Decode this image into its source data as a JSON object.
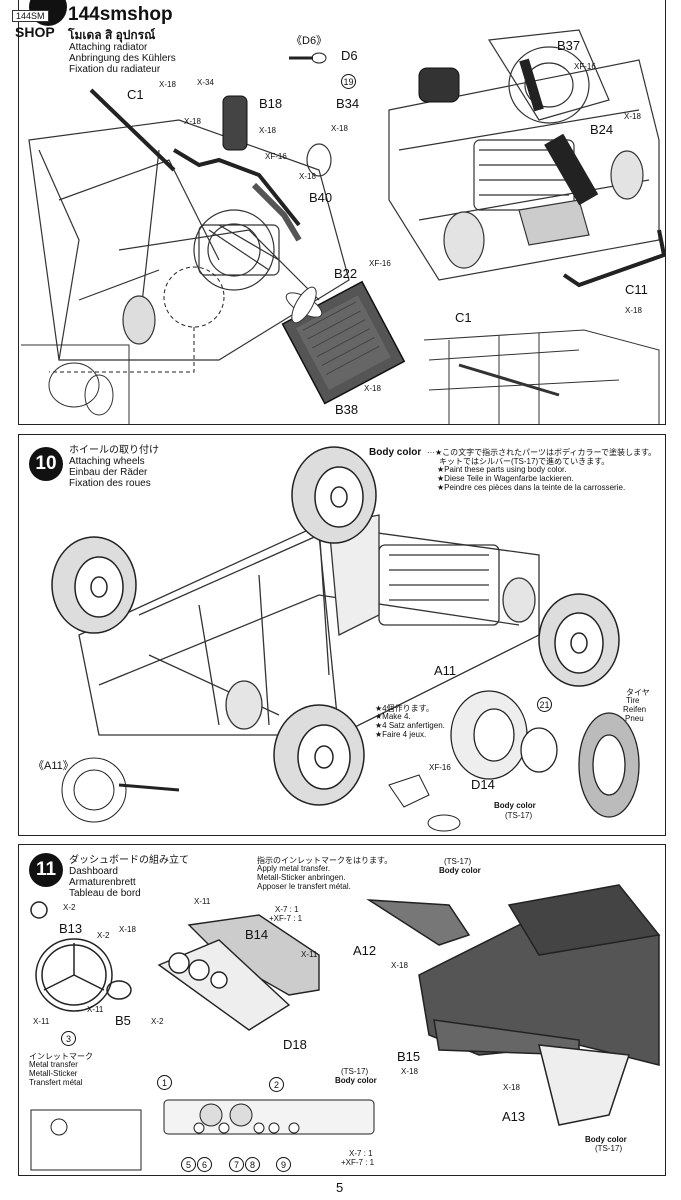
{
  "watermark": {
    "logo_top": "144SM",
    "logo_bottom": "SHOP",
    "shop_name": "144smshop",
    "shop_tagline": "โมเดล สิ อุปกรณ์"
  },
  "step9": {
    "title_lines": [
      "Attaching radiator",
      "Anbringung des Kühlers",
      "Fixation du radiateur"
    ],
    "tool": "《D6》",
    "labels": {
      "c1_top": "C1",
      "x18_a": "X-18",
      "x34": "X-34",
      "b18": "B18",
      "x18_b": "X-18",
      "x18_c": "X-18",
      "xf16_a": "XF-16",
      "x18_d": "X-18",
      "b40": "B40",
      "b22": "B22",
      "xf16_b": "XF-16",
      "b38": "B38",
      "x18_e": "X-18",
      "d6": "D6",
      "ref19": "19",
      "b37": "B37",
      "xf16_c": "XF-16",
      "b34": "B34",
      "x18_f": "X-18",
      "b24": "B24",
      "x18_g": "X-18",
      "c11": "C11",
      "x18_h": "X-18",
      "c1_bottom": "C1"
    }
  },
  "step10": {
    "number": "10",
    "title_lines": [
      "ホイールの取り付け",
      "Attaching wheels",
      "Einbau der Räder",
      "Fixation des roues"
    ],
    "body_color_heading": "Body color",
    "body_color_notes": [
      "···★この文字で指示されたパーツはボディカラーで塗装します。",
      "キットではシルバー(TS-17)で進めていきます。",
      "★Paint these parts using body color.",
      "★Diese Teile in Wagenfarbe lackieren.",
      "★Peindre ces pièces dans la teinte de la carrosserie."
    ],
    "make_lines": [
      "★4個作ります。",
      "★Make 4.",
      "★4 Satz anfertigen.",
      "★Faire 4 jeux."
    ],
    "a11": "A11",
    "a11_tool": "《A11》",
    "xf16": "XF-16",
    "d14": "D14",
    "ref21": "21",
    "tire_lines": [
      "タイヤ",
      "Tire",
      "Reifen",
      "Pneu"
    ],
    "body_color_a": "Body color",
    "body_color_a_code": "(TS-17)"
  },
  "step11": {
    "number": "11",
    "title_lines": [
      "ダッシュボードの組み立て",
      "Dashboard",
      "Armaturenbrett",
      "Tableau de bord"
    ],
    "transfer_lines": [
      "指示のインレットマークをはります。",
      "Apply metal transfer.",
      "Metall-Sticker anbringen.",
      "Apposer le transfert métal."
    ],
    "labels": {
      "x2_a": "X-2",
      "b13": "B13",
      "x2_b": "X-2",
      "x18_a": "X-18",
      "x11_a": "X-11",
      "b5": "B5",
      "x11_b": "X-11",
      "x2_c": "X-2",
      "ref3": "3",
      "x11_c": "X-11",
      "x7_1": "X-7 : 1",
      "xf7_1": "+XF-7 : 1",
      "b14": "B14",
      "x11_d": "X-11",
      "d18": "D18",
      "ts17_a": "(TS-17)",
      "bc_a": "Body color",
      "a12": "A12",
      "x18_b": "X-18",
      "b15": "B15",
      "x18_c": "X-18",
      "x18_d": "X-18",
      "a13": "A13",
      "bc_b": "Body color",
      "ts17_b": "(TS-17)",
      "ts17_c": "(TS-17)",
      "bc_c": "Body color",
      "x7_1b": "X-7 : 1",
      "xf7_1b": "+XF-7 : 1"
    },
    "transfer_title_lines": [
      "インレットマーク",
      "Metal transfer",
      "Metall-Sticker",
      "Transfert métal"
    ],
    "markers": [
      "1",
      "2",
      "5",
      "6",
      "7",
      "8",
      "9"
    ]
  },
  "page_number": "5"
}
